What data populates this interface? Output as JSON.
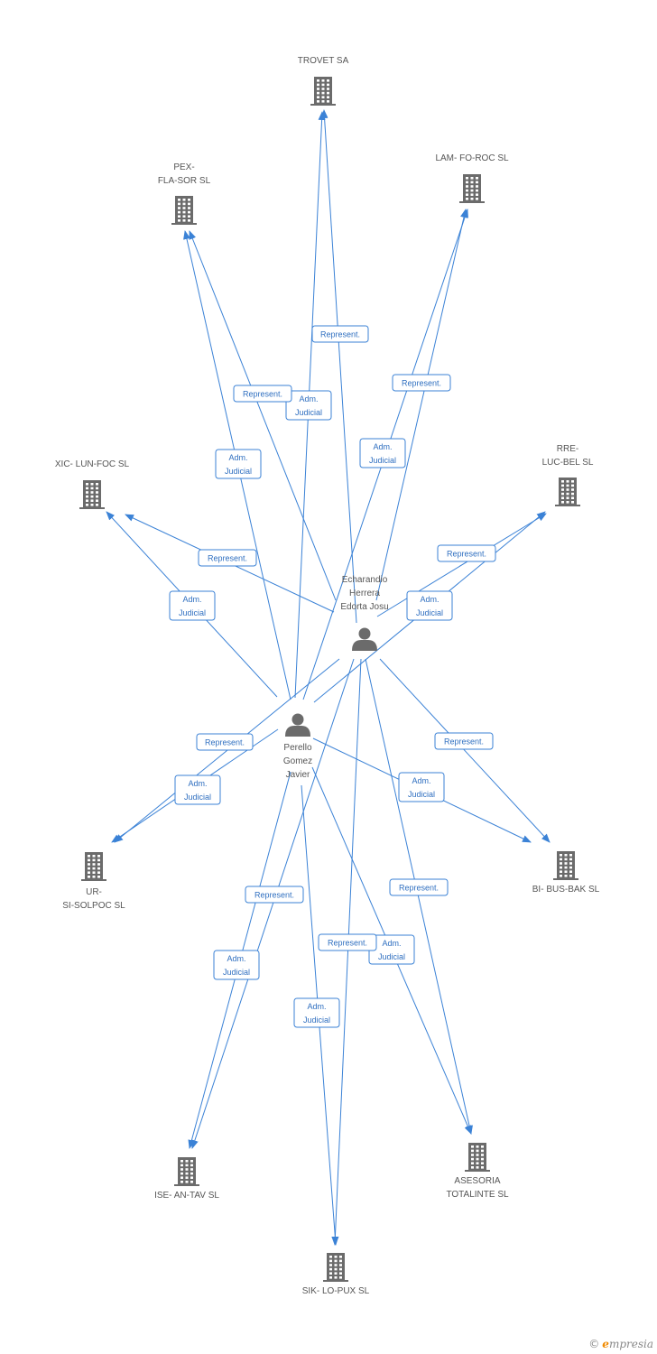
{
  "colors": {
    "edge": "#3b82d6",
    "icon": "#6b6b6b",
    "text": "#555555"
  },
  "persons": [
    {
      "id": "p1",
      "lines": [
        "Echarandio",
        "Herrera",
        "Edorta Josu"
      ]
    },
    {
      "id": "p2",
      "lines": [
        "Perello",
        "Gomez",
        "Javier"
      ]
    }
  ],
  "companies": [
    {
      "id": "c_trovet",
      "lines": [
        "TROVET SA"
      ]
    },
    {
      "id": "c_pex",
      "lines": [
        "PEX-",
        "FLA-SOR SL"
      ]
    },
    {
      "id": "c_lam",
      "lines": [
        "LAM- FO-ROC SL"
      ]
    },
    {
      "id": "c_xic",
      "lines": [
        "XIC- LUN-FOC SL"
      ]
    },
    {
      "id": "c_rre",
      "lines": [
        "RRE-",
        "LUC-BEL SL"
      ]
    },
    {
      "id": "c_ur",
      "lines": [
        "UR-",
        "SI-SOLPOC SL"
      ]
    },
    {
      "id": "c_bi",
      "lines": [
        "BI- BUS-BAK SL"
      ]
    },
    {
      "id": "c_ise",
      "lines": [
        "ISE- AN-TAV SL"
      ]
    },
    {
      "id": "c_ase",
      "lines": [
        "ASESORIA",
        "TOTALINTE SL"
      ]
    },
    {
      "id": "c_sik",
      "lines": [
        "SIK- LO-PUX SL"
      ]
    }
  ],
  "edges": [
    {
      "from": "p1",
      "to": "c_trovet",
      "lines": [
        "Represent."
      ]
    },
    {
      "from": "p2",
      "to": "c_trovet",
      "lines": [
        "Adm.",
        "Judicial"
      ]
    },
    {
      "from": "p1",
      "to": "c_pex",
      "lines": [
        "Represent."
      ]
    },
    {
      "from": "p2",
      "to": "c_pex",
      "lines": [
        "Adm.",
        "Judicial"
      ]
    },
    {
      "from": "p1",
      "to": "c_lam",
      "lines": [
        "Represent."
      ]
    },
    {
      "from": "p2",
      "to": "c_lam",
      "lines": [
        "Adm.",
        "Judicial"
      ]
    },
    {
      "from": "p1",
      "to": "c_xic",
      "lines": [
        "Represent."
      ]
    },
    {
      "from": "p2",
      "to": "c_xic",
      "lines": [
        "Adm.",
        "Judicial"
      ]
    },
    {
      "from": "p2",
      "to": "c_rre",
      "lines": [
        "Represent."
      ]
    },
    {
      "from": "p1",
      "to": "c_rre",
      "lines": [
        "Adm.",
        "Judicial"
      ]
    },
    {
      "from": "p1",
      "to": "c_ur",
      "lines": [
        "Represent."
      ]
    },
    {
      "from": "p2",
      "to": "c_ur",
      "lines": [
        "Adm.",
        "Judicial"
      ]
    },
    {
      "from": "p1",
      "to": "c_bi",
      "lines": [
        "Represent."
      ]
    },
    {
      "from": "p2",
      "to": "c_bi",
      "lines": [
        "Adm.",
        "Judicial"
      ]
    },
    {
      "from": "p1",
      "to": "c_ise",
      "lines": [
        "Represent."
      ]
    },
    {
      "from": "p2",
      "to": "c_ise",
      "lines": [
        "Adm.",
        "Judicial"
      ]
    },
    {
      "from": "p1",
      "to": "c_ase",
      "lines": [
        "Represent."
      ]
    },
    {
      "from": "p2",
      "to": "c_ase",
      "lines": [
        "Adm.",
        "Judicial"
      ]
    },
    {
      "from": "p1",
      "to": "c_sik",
      "lines": [
        "Represent."
      ]
    },
    {
      "from": "p2",
      "to": "c_sik",
      "lines": [
        "Adm.",
        "Judicial"
      ]
    }
  ],
  "footer": {
    "copyright": "©",
    "brand_initial": "e",
    "brand_rest": "mpresia"
  }
}
